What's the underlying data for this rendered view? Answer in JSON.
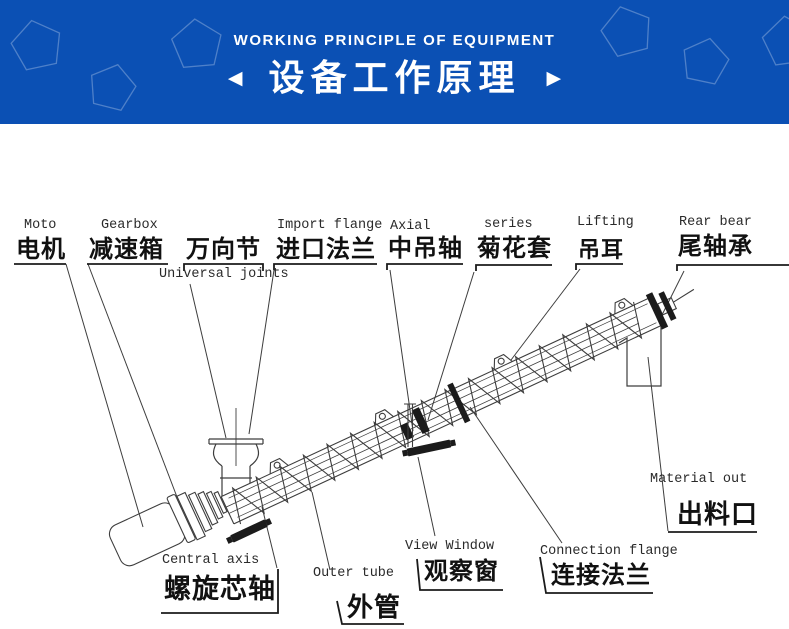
{
  "colors": {
    "banner_bg": "#0b50b4",
    "pentagon": "rgba(255,255,255,0.28)",
    "line": "#3d3d3d",
    "ink": "#1b1b1b"
  },
  "banner": {
    "subtitle_en": "WORKING PRINCIPLE OF EQUIPMENT",
    "title_zh": "设备工作原理",
    "left_arrow": "◀",
    "right_arrow": "▶",
    "pentagon_icon": "pentagon-outline"
  },
  "diagram": {
    "description": "Labeled technical line drawing of an inclined screw conveyor",
    "labels": [
      {
        "id": "motor",
        "en": "Moto",
        "zh": "电机"
      },
      {
        "id": "gearbox",
        "en": "Gearbox",
        "zh": "减速箱"
      },
      {
        "id": "universal-joints",
        "en": "Universal joints",
        "zh": "万向节"
      },
      {
        "id": "import-flange",
        "en": "Import flange",
        "zh": "进口法兰"
      },
      {
        "id": "axial",
        "en": "Axial",
        "zh": "中吊轴"
      },
      {
        "id": "series",
        "en": "series",
        "zh": "菊花套"
      },
      {
        "id": "lifting",
        "en": "Lifting",
        "zh": "吊耳"
      },
      {
        "id": "rear-bearing",
        "en": "Rear bear",
        "zh": "尾轴承"
      },
      {
        "id": "central-axis",
        "en": "Central axis",
        "zh": "螺旋芯轴"
      },
      {
        "id": "outer-tube",
        "en": "Outer tube",
        "zh": "外管"
      },
      {
        "id": "view-window",
        "en": "View Window",
        "zh": "观察窗"
      },
      {
        "id": "connection-flange",
        "en": "Connection flange",
        "zh": "连接法兰"
      },
      {
        "id": "material-outlet",
        "en": "Material out",
        "zh": "出料口"
      }
    ]
  }
}
